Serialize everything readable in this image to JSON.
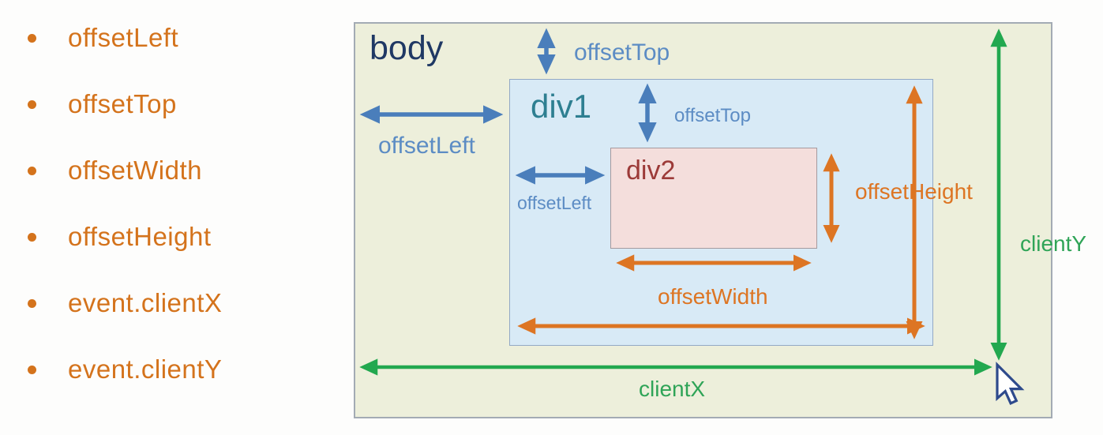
{
  "list": {
    "items": [
      "offsetLeft",
      "offsetTop",
      "offsetWidth",
      "offsetHeight",
      "event.clientX",
      "event.clientY"
    ]
  },
  "diagram": {
    "body_label": "body",
    "div1_label": "div1",
    "div2_label": "div2",
    "labels": {
      "offset_top_body": "offsetTop",
      "offset_left_body": "offsetLeft",
      "offset_top_div1": "offsetTop",
      "offset_left_div1": "offsetLeft",
      "offset_height": "offsetHeight",
      "offset_width": "offsetWidth",
      "client_y": "clientY",
      "client_x": "clientX"
    },
    "colors": {
      "list_text": "#d4731c",
      "body_fill": "#edefdb",
      "div1_fill": "#d8eaf6",
      "div2_fill": "#f4dedc",
      "body_text": "#1f3864",
      "div1_text": "#2e7f91",
      "div2_text": "#9c3a38",
      "blue_arrow": "#4a7ebb",
      "blue_label": "#5c8cc4",
      "orange_arrow": "#dd7523",
      "green_arrow": "#22a84f",
      "cursor_fill": "#ffffff",
      "cursor_outline": "#2e4a8c"
    }
  }
}
